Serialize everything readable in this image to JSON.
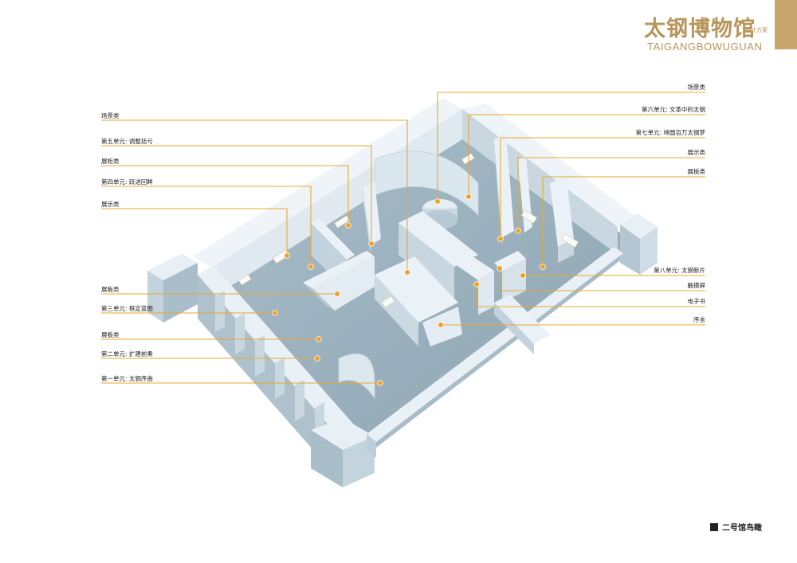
{
  "header": {
    "title": "太钢博物馆",
    "subtitle": "设计方案",
    "pinyin": "TAIGANGBOWUGUAN",
    "accent_color": "#c8a66c"
  },
  "caption": "二号馆鸟瞰",
  "annotations": {
    "left": [
      "场景类",
      "第五单元: 调整括亏",
      "展柜类",
      "第四单元: 跃进回眸",
      "展示类",
      "展板类",
      "第三单元: 框定蓝图",
      "展板类",
      "第二单元: 扩建前奏",
      "第一单元: 太钢序曲"
    ],
    "right": [
      "场景类",
      "第六单元: 文革中的太钢",
      "第七单元: 缔圆百万太钢梦",
      "展示类",
      "展板类",
      "第八单元: 太钢新片",
      "触摸屏",
      "电子书",
      "序言"
    ]
  },
  "colors": {
    "leader": "#e8a82d",
    "dot": "#f0a224",
    "floor": "#9fb4c1",
    "wall_top": "#e9f1f6",
    "wall_side": "#b9cbd6"
  }
}
